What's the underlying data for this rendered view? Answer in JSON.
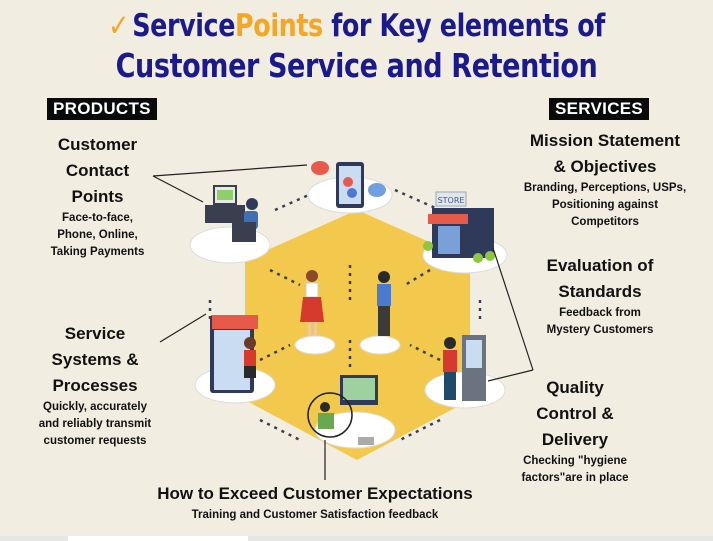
{
  "header": {
    "check_icon": "✓",
    "title_part1": "Service",
    "title_part2": "Points",
    "title_part3": " for Key elements of",
    "title_line2": "Customer Service and Retention"
  },
  "colors": {
    "title_blue": "#1a1a8c",
    "accent_orange": "#f5a623",
    "hexagon_yellow": "#f2c94c",
    "background": "#f1ede1"
  },
  "products_tag": "PRODUCTS",
  "services_tag": "SERVICES",
  "sections": {
    "contact_points": {
      "heading": [
        "Customer",
        "Contact",
        "Points"
      ],
      "details": [
        "Face-to-face,",
        "Phone, Online,",
        "Taking Payments"
      ]
    },
    "service_systems": {
      "heading": [
        "Service",
        "Systems &",
        "Processes"
      ],
      "details": [
        "Quickly, accurately",
        "and reliably transmit",
        "customer requests"
      ]
    },
    "mission": {
      "heading": [
        "Mission Statement",
        "& Objectives"
      ],
      "details": [
        "Branding, Perceptions, USPs,",
        "Positioning against",
        "Competitors"
      ]
    },
    "evaluation": {
      "heading": [
        "Evaluation of",
        "Standards"
      ],
      "details": [
        "Feedback from",
        "Mystery Customers"
      ]
    },
    "quality": {
      "heading": [
        "Quality",
        "Control &",
        "Delivery"
      ],
      "details": [
        "Checking \"hygiene",
        "factors\"are in place"
      ]
    },
    "exceed": {
      "heading": "How to Exceed Customer Expectations",
      "details": "Training and Customer Satisfaction feedback"
    }
  },
  "illustration": {
    "store_sign": "STORE"
  }
}
